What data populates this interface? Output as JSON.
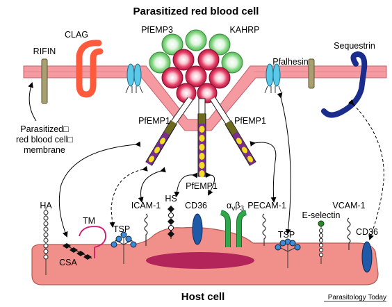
{
  "title": "Parasitized red blood cell",
  "bottom_label": "Host cell",
  "credit": "Parasitology Today",
  "membrane_label": [
    "Parasitized□",
    "red blood cell□",
    "membrane"
  ],
  "rbc_labels": {
    "rifin": "RIFIN",
    "clag": "CLAG",
    "pfemp3": "PfEMP3",
    "kahrp": "KAHRP",
    "pfalhesin": "Pfalhesin",
    "sequestrin": "Sequestrin",
    "pfemp1_left": "PfEMP1",
    "pfemp1_right": "PfEMP1",
    "pfemp1_center": "PfEMP1"
  },
  "host_labels": {
    "ha": "HA",
    "tm": "TM",
    "csa": "CSA",
    "tsp_left": "TSP",
    "icam1": "ICAM-1",
    "hs": "HS",
    "cd36_left": "CD36",
    "avb3_main": "α",
    "avb3_sub1": "v",
    "avb3_beta": "β",
    "avb3_sub2": "3",
    "pecam1": "PECAM-1",
    "tsp_right": "TSP",
    "eselectin": "E-selectin",
    "vcam1": "VCAM-1",
    "cd36_right": "CD36"
  },
  "colors": {
    "membrane": "#f49aa0",
    "host_cell": "#f1908a",
    "nucleus": "#b3245b",
    "rifin": "#a8a070",
    "clag": "#ff5a3c",
    "pfalhesin": "#5bc8e8",
    "sequestrin": "#1a2c8c",
    "knob_green": "#8fdc8f",
    "knob_red": "#e8446a",
    "pfemp1_dark": "#6e6a1e",
    "pfemp1_purple": "#7a2d8c",
    "pfemp1_yellow": "#f2e020",
    "cd36": "#1e5aa8",
    "integrin": "#2ea84a",
    "tsp": "#3c8ad8",
    "eselectin_head": "#2a8a2a",
    "tm": "#d0186e"
  }
}
